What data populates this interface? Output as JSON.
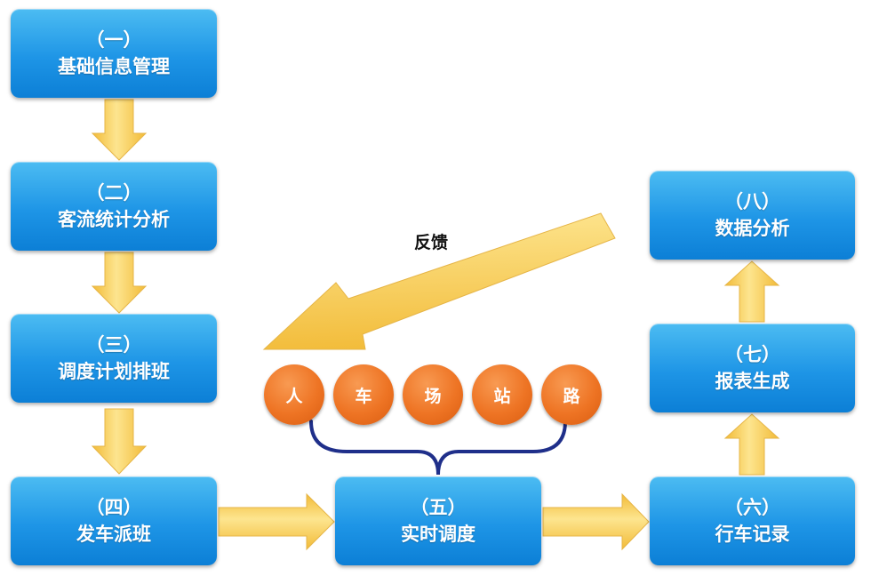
{
  "steps": [
    {
      "num": "（一）",
      "title": "基础信息管理"
    },
    {
      "num": "（二）",
      "title": "客流统计分析"
    },
    {
      "num": "（三）",
      "title": "调度计划排班"
    },
    {
      "num": "（四）",
      "title": "发车派班"
    },
    {
      "num": "（五）",
      "title": "实时调度"
    },
    {
      "num": "（六）",
      "title": "行车记录"
    },
    {
      "num": "（七）",
      "title": "报表生成"
    },
    {
      "num": "（八）",
      "title": "数据分析"
    }
  ],
  "factors": [
    "人",
    "车",
    "场",
    "站",
    "路"
  ],
  "feedback_label": "反馈",
  "colors": {
    "box": "#1e95e6",
    "circle": "#ee7424",
    "arrow": "#f9d66b",
    "bracket": "#1f2f8a"
  }
}
